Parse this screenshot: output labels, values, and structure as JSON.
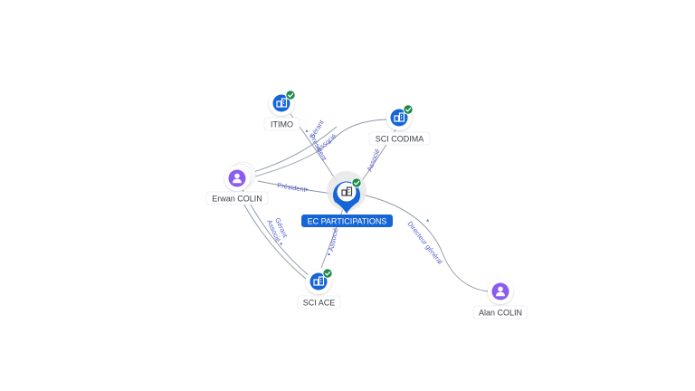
{
  "graph": {
    "center": {
      "id": "ec",
      "label": "EC PARTICIPATIONS",
      "verified": true
    },
    "companies": [
      {
        "id": "itimo",
        "label": "ITIMO",
        "verified": true
      },
      {
        "id": "codima",
        "label": "SCI CODIMA",
        "verified": true
      },
      {
        "id": "ace",
        "label": "SCI ACE",
        "verified": true
      }
    ],
    "people": [
      {
        "id": "erwan",
        "label": "Erwan COLIN"
      },
      {
        "id": "alan",
        "label": "Alan COLIN"
      }
    ],
    "edges": [
      {
        "id": "e-erwan-ec",
        "label": "Président"
      },
      {
        "id": "e-itimo-ec",
        "label": "Président"
      },
      {
        "id": "e-erwan-itimo",
        "label": "Gérant"
      },
      {
        "id": "e-erwan-codima",
        "label": "Associé"
      },
      {
        "id": "e-codima-ec",
        "label": "Associé"
      },
      {
        "id": "e-ace-ec",
        "label": "Associé"
      },
      {
        "id": "e-erwan-ace-1",
        "label": "Gérant"
      },
      {
        "id": "e-erwan-ace-2",
        "label": "Associé"
      },
      {
        "id": "e-alan-ec",
        "label": "Directeur général"
      }
    ]
  },
  "colors": {
    "company": "#1565d8",
    "person": "#8a5cf0",
    "verified": "#1f8a4c",
    "edge": "#8d96a6",
    "edge_label": "#5b63c9"
  }
}
